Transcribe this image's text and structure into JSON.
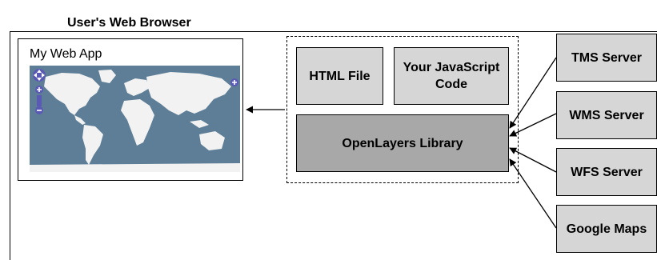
{
  "browser": {
    "title": "User's Web Browser",
    "app_title": "My Web App"
  },
  "library_group": {
    "html_file": "HTML File",
    "js_code": "Your JavaScript Code",
    "openlayers": "OpenLayers Library"
  },
  "servers": [
    "TMS Server",
    "WMS Server",
    "WFS Server",
    "Google Maps"
  ],
  "colors": {
    "box_fill": "#d6d6d6",
    "openlayers_fill": "#a8a8a8",
    "map_ocean": "#5d7e96",
    "map_land": "#f2f2f2",
    "map_controls": "#5a5ab4"
  }
}
